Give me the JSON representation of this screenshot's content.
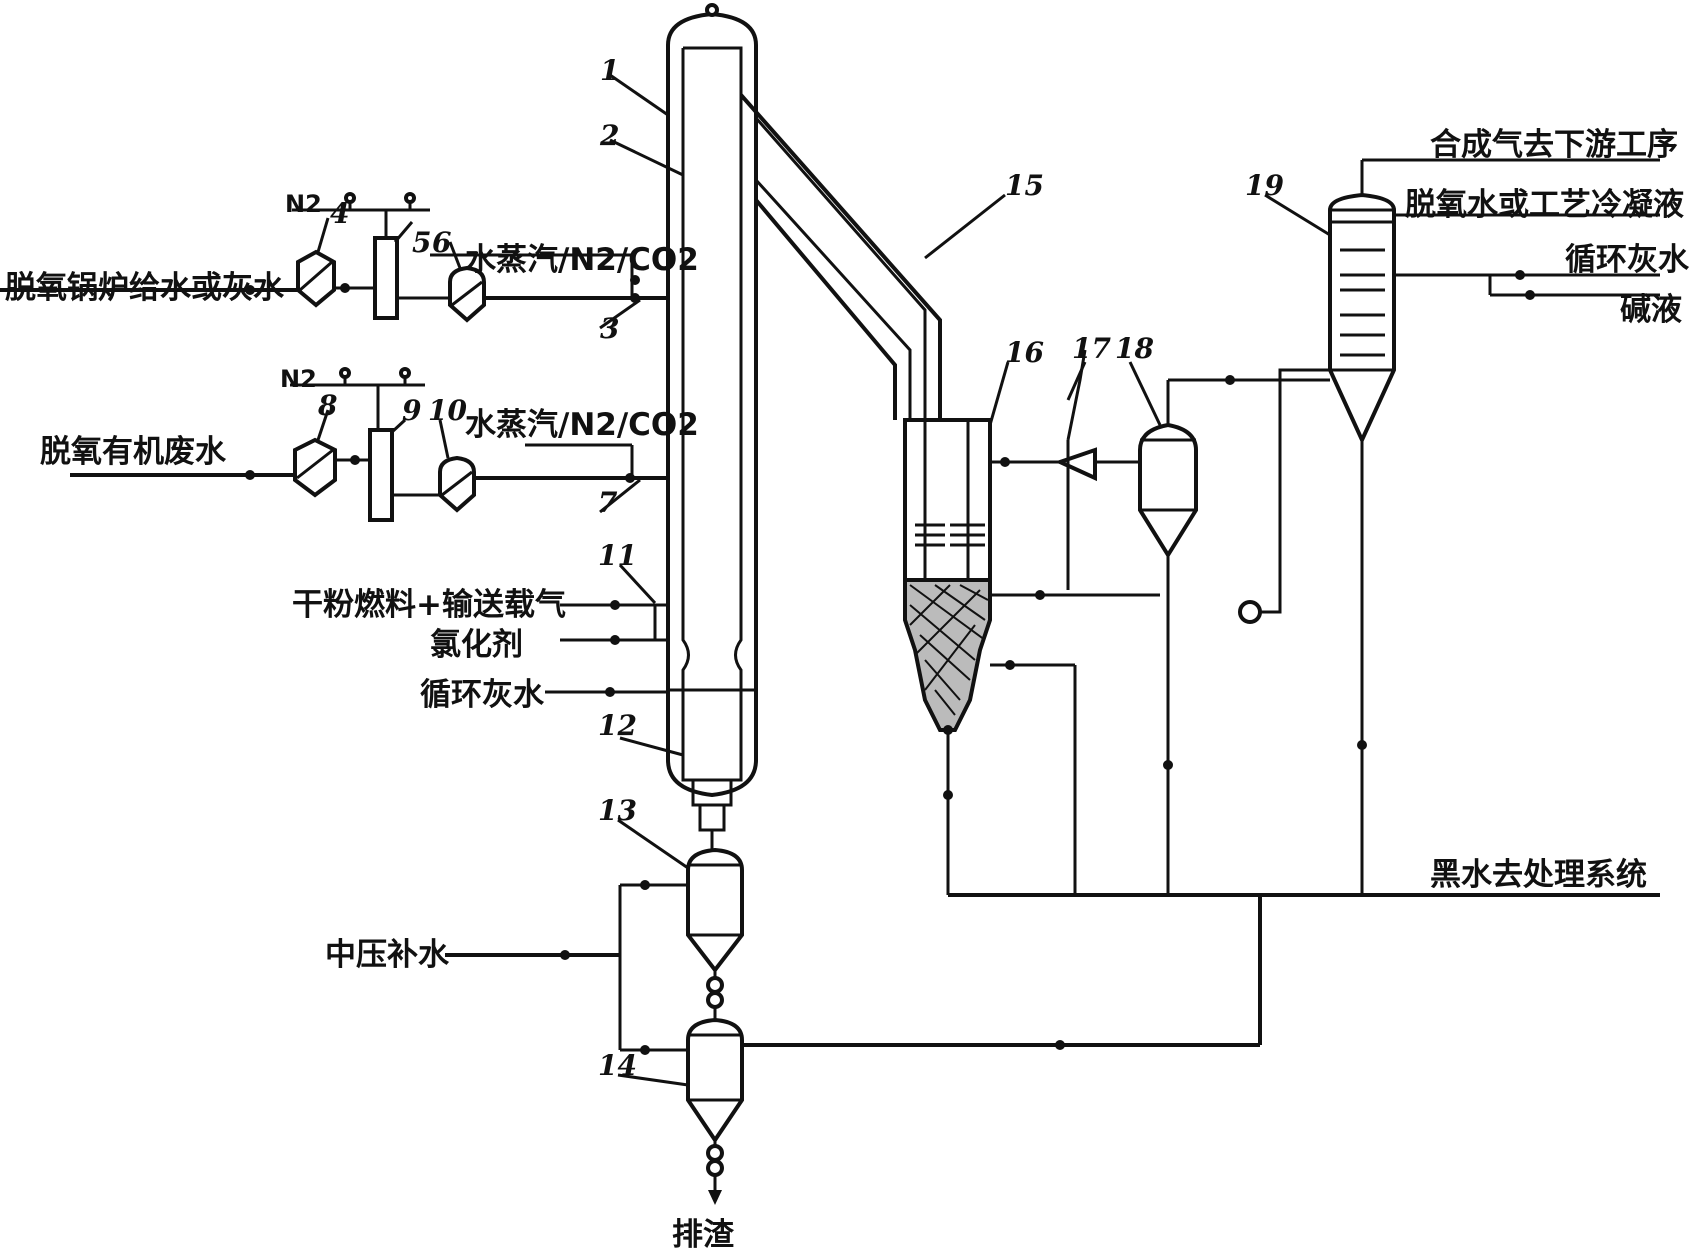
{
  "streams": {
    "boiler_feed": "脱氧锅炉给水或灰水",
    "organic_waste": "脱氧有机废水",
    "steam_mix_1": "水蒸汽/N2/CO2",
    "steam_mix_2": "水蒸汽/N2/CO2",
    "n2_top_1": "N2",
    "n2_top_2": "N2",
    "dry_powder": "干粉燃料+输送载气",
    "chlorinating": "氯化剂",
    "circ_grey_water_left": "循环灰水",
    "mp_makeup": "中压补水",
    "slag": "排渣",
    "syngas_out": "合成气去下游工序",
    "deox_water": "脱氧水或工艺冷凝液",
    "circ_grey_water_right": "循环灰水",
    "alkali": "碱液",
    "black_water": "黑水去处理系统"
  },
  "tags": {
    "t1": "1",
    "t2": "2",
    "t3": "3",
    "t4": "4",
    "t5": "5",
    "t6": "6",
    "t7": "7",
    "t8": "8",
    "t9": "9",
    "t10": "10",
    "t11": "11",
    "t12": "12",
    "t13": "13",
    "t14": "14",
    "t15": "15",
    "t16": "16",
    "t17": "17",
    "t18": "18",
    "t19": "19"
  }
}
